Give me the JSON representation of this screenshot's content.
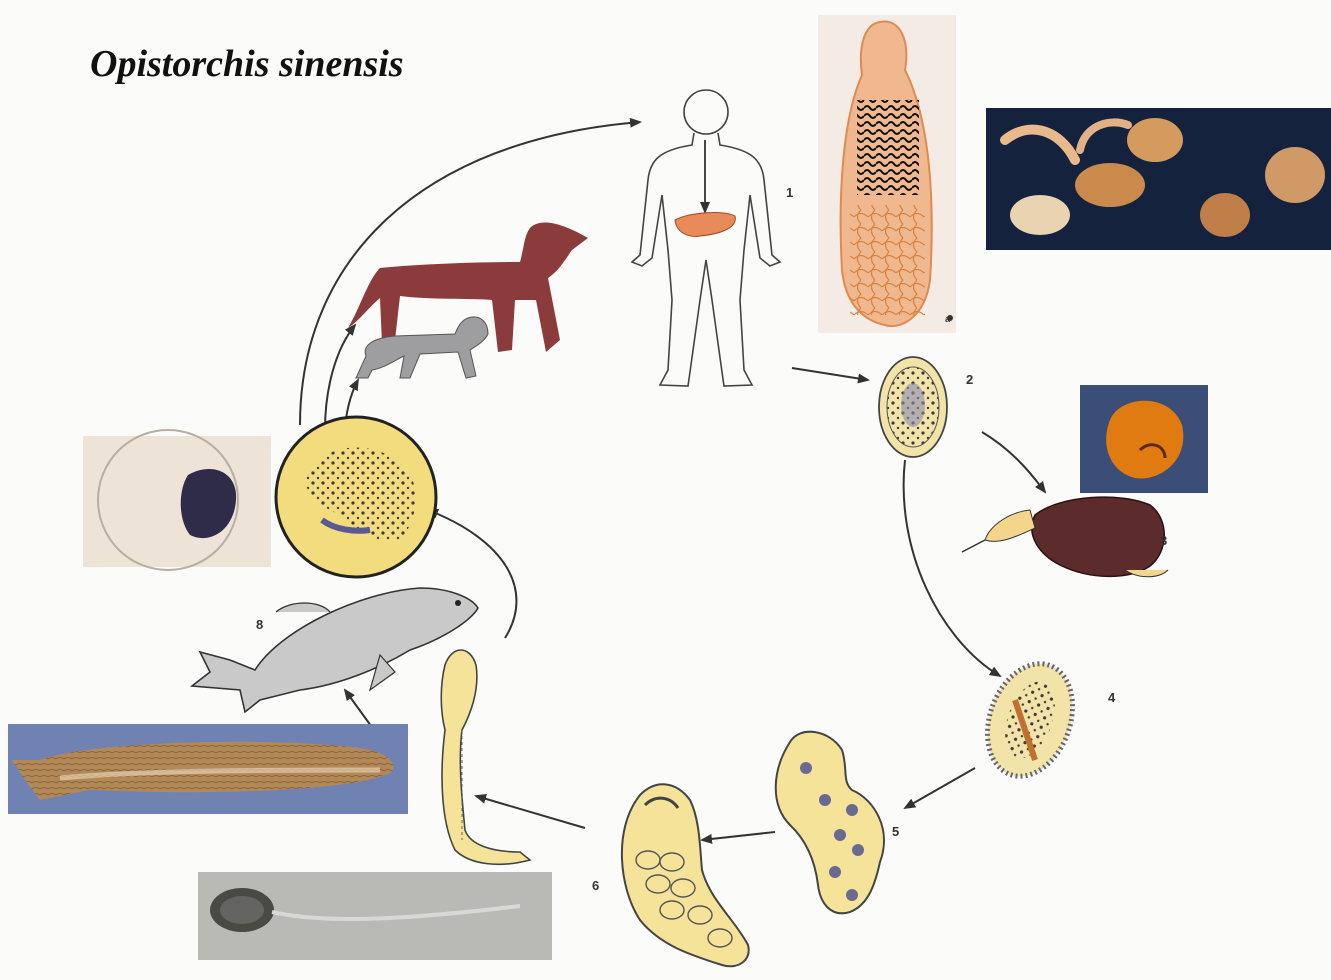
{
  "diagram": {
    "title": "Opistorchis sinensis",
    "stage_numbers": [
      "1",
      "2",
      "3",
      "4",
      "5",
      "6",
      "8"
    ],
    "photo_label": "a",
    "colors": {
      "background": "#fbfbf9",
      "arrow": "#333333",
      "outline": "#444444",
      "liver": "#e98a5a",
      "dog": "#8b3b3b",
      "cat": "#9e9ea0",
      "cyst_yellow": "#f3dc7e",
      "redia_yellow": "#f6e39a",
      "snail": "#5c2c2c",
      "fish_drawing": "#c9c9c9",
      "fish_photo_bg": "#7082b2",
      "fluke_orange": "#e8935a",
      "photo_dark": "#15223d"
    }
  }
}
